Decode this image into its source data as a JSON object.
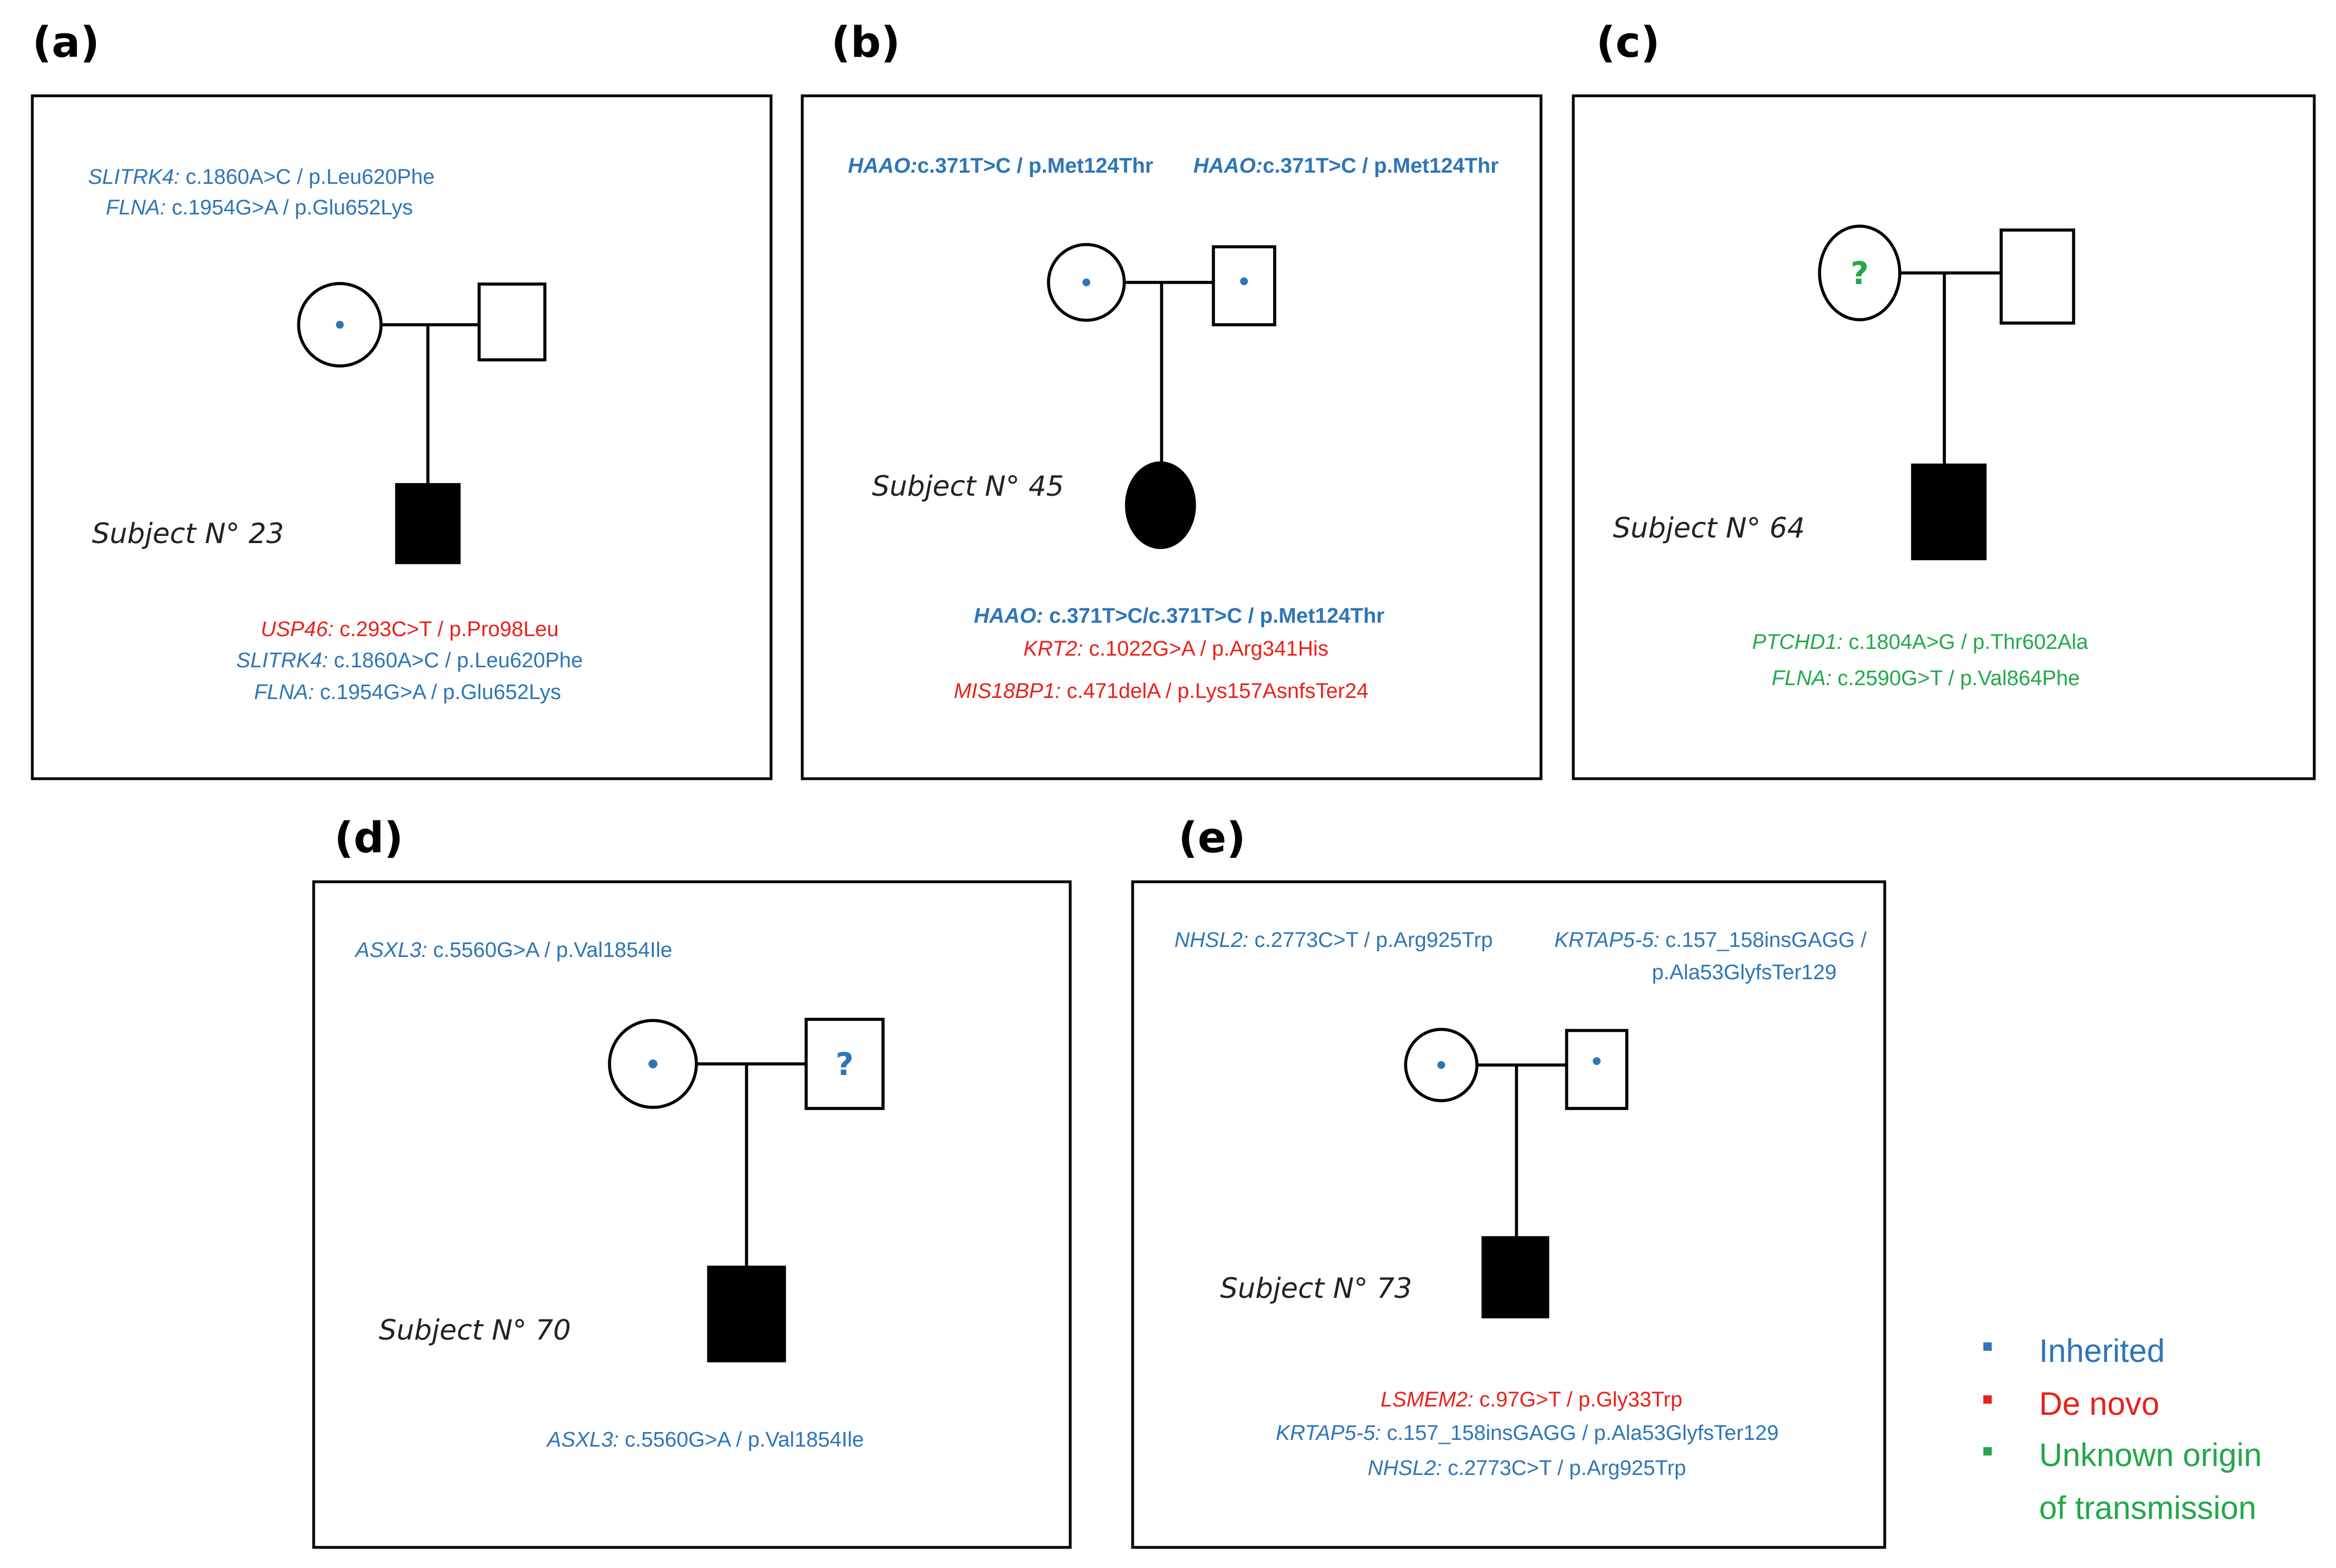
{
  "legend": {
    "colors": {
      "inherited": "#2E75B6",
      "de_novo": "#E8211A",
      "unknown": "#22A84A"
    },
    "inherited": "Inherited",
    "de_novo": "De novo",
    "unknown_line1": "Unknown origin",
    "unknown_line2": "of transmission"
  },
  "panels": {
    "a": {
      "label": "(a)",
      "subject": "Subject N° 23",
      "parent_variants": [
        {
          "gene": "SLITRK4:",
          "change": " c.1860A>C / p.Leu620Phe"
        },
        {
          "gene": "FLNA:",
          "change": " c.1954G>A / p.Glu652Lys"
        }
      ],
      "child_variants": [
        {
          "gene": "USP46:",
          "change": " c.293C>T / p.Pro98Leu"
        },
        {
          "gene": "SLITRK4:",
          "change": " c.1860A>C / p.Leu620Phe"
        },
        {
          "gene": "FLNA:",
          "change": " c.1954G>A / p.Glu652Lys"
        }
      ]
    },
    "b": {
      "label": "(b)",
      "subject": "Subject N° 45",
      "mother_variant": {
        "gene": "HAAO:",
        "change": "c.371T>C /  p.Met124Thr"
      },
      "father_variant": {
        "gene": "HAAO:",
        "change": "c.371T>C /  p.Met124Thr"
      },
      "child_variants": [
        {
          "gene": "HAAO:",
          "change": " c.371T>C/c.371T>C / p.Met124Thr"
        },
        {
          "gene": "KRT2:",
          "change": " c.1022G>A / p.Arg341His"
        },
        {
          "gene": "MIS18BP1:",
          "change": " c.471delA / p.Lys157AsnfsTer24"
        }
      ]
    },
    "c": {
      "label": "(c)",
      "subject": "Subject N° 64",
      "mother_mark": "?",
      "child_variants": [
        {
          "gene": "PTCHD1:",
          "change": " c.1804A>G  / p.Thr602Ala"
        },
        {
          "gene": "FLNA:",
          "change": " c.2590G>T / p.Val864Phe"
        }
      ]
    },
    "d": {
      "label": "(d)",
      "subject": "Subject N° 70",
      "father_mark": "?",
      "mother_variant": {
        "gene": "ASXL3:",
        "change": " c.5560G>A / p.Val1854Ile"
      },
      "child_variant": {
        "gene": "ASXL3:",
        "change": " c.5560G>A / p.Val1854Ile"
      }
    },
    "e": {
      "label": "(e)",
      "subject": "Subject N° 73",
      "mother_variant": {
        "gene": "NHSL2:",
        "change": " c.2773C>T / p.Arg925Trp"
      },
      "father_variant": {
        "gene": "KRTAP5-5:",
        "change": " c.157_158insGAGG /",
        "change2": "p.Ala53GlyfsTer129"
      },
      "child_variants": [
        {
          "gene": "LSMEM2:",
          "change": " c.97G>T / p.Gly33Trp"
        },
        {
          "gene": "KRTAP5-5:",
          "change": " c.157_158insGAGG / p.Ala53GlyfsTer129"
        },
        {
          "gene": "NHSL2:",
          "change": " c.2773C>T / p.Arg925Trp"
        }
      ]
    }
  }
}
